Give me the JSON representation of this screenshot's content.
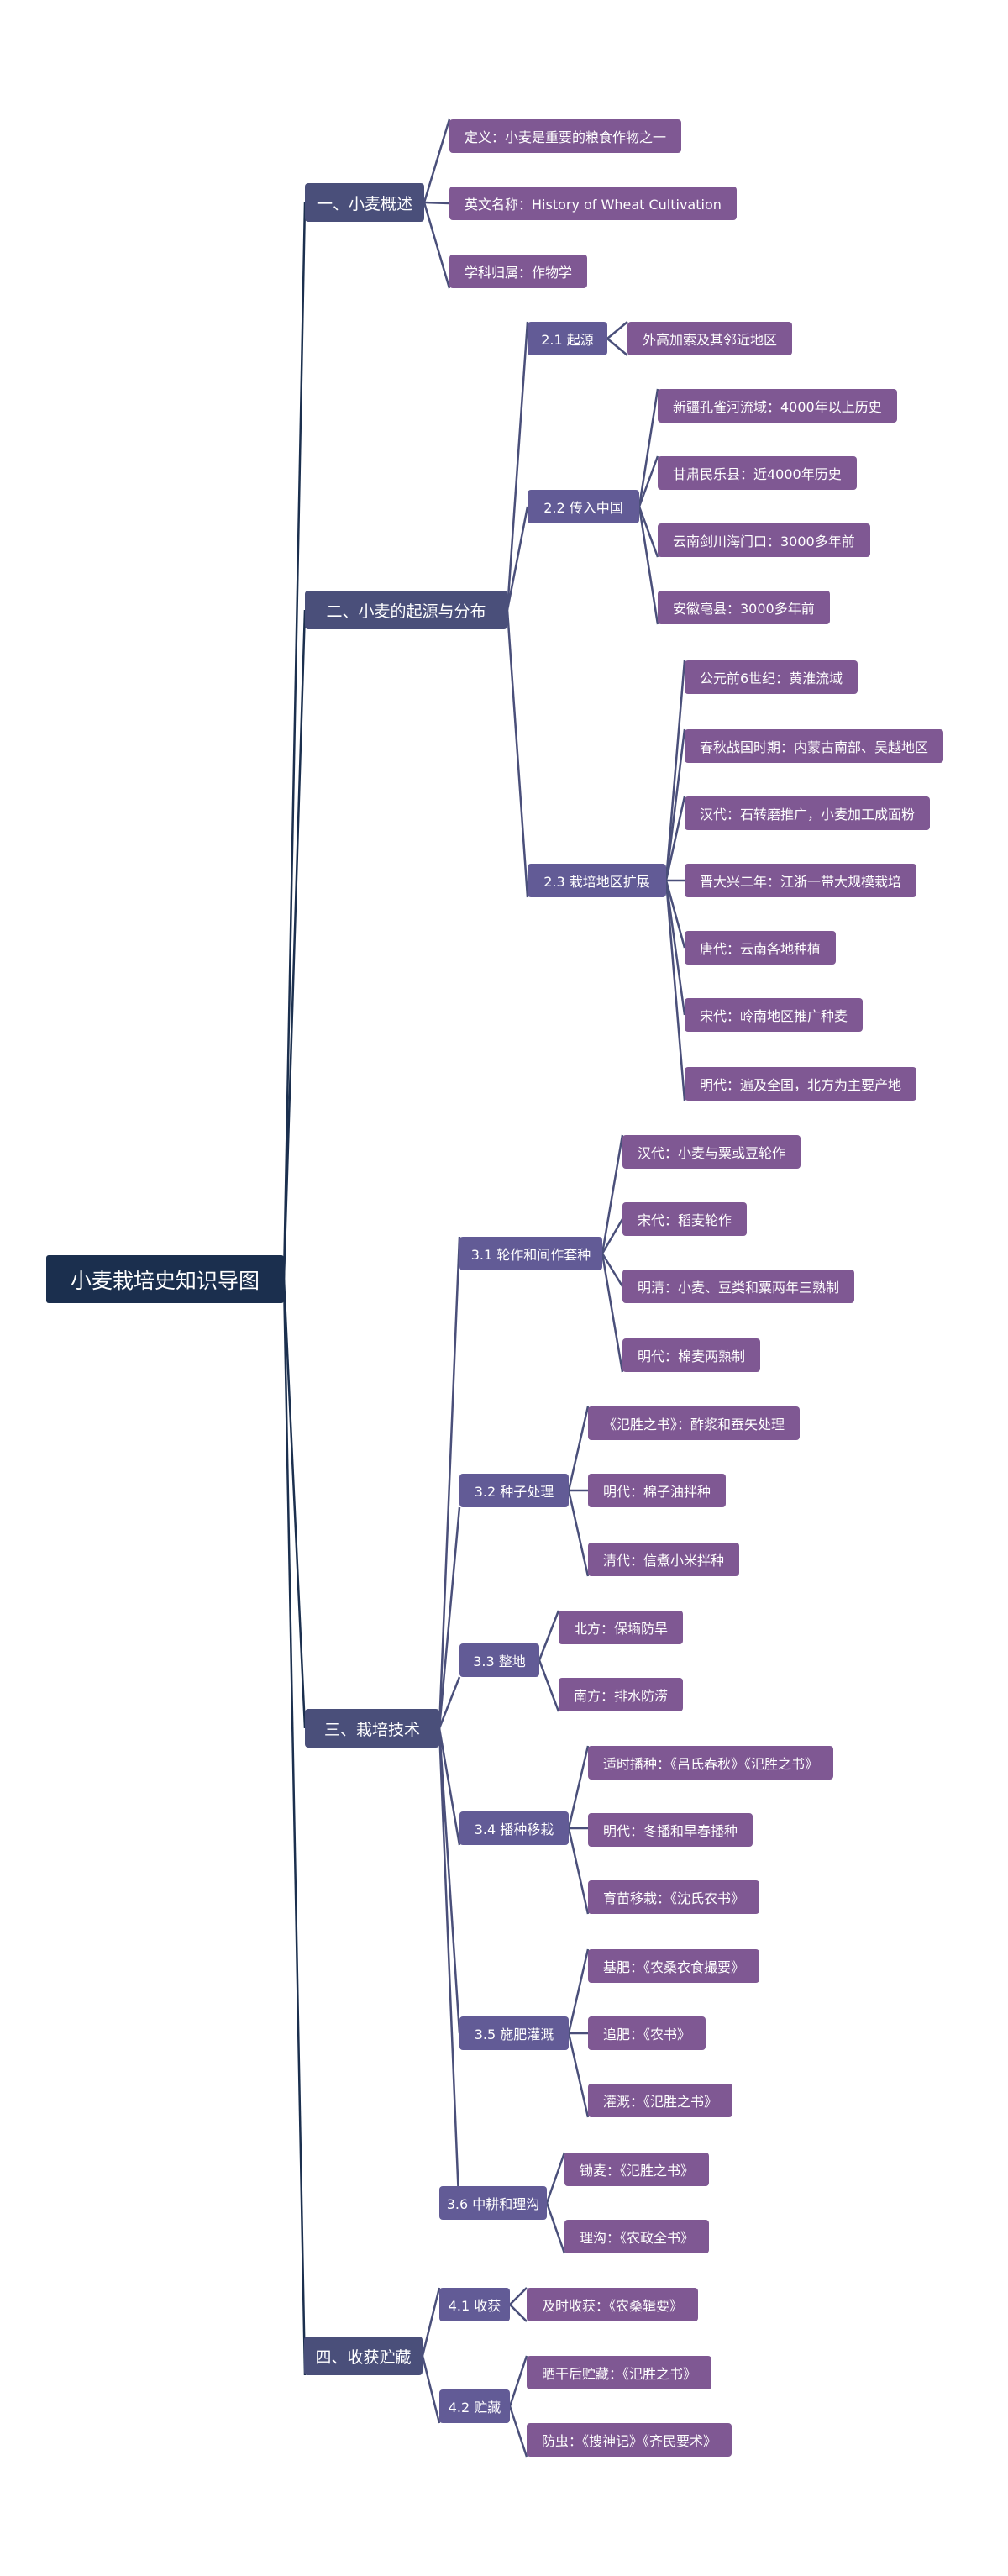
{
  "title": "小麦栽培史知识导图",
  "colors": {
    "root": "#1b2f4e",
    "level1": "#4a4f7a",
    "level2": "#625b96",
    "leaf": "#7f5893",
    "trunk_line": "#1b2f4e",
    "branch_line": "#4a4f7a"
  },
  "root": {
    "label": "小麦栽培史知识导图"
  },
  "sections": [
    {
      "label": "一、小麦概述",
      "leaves": [
        "定义：小麦是重要的粮食作物之一",
        "英文名称：History of Wheat Cultivation",
        "学科归属：作物学"
      ]
    },
    {
      "label": "二、小麦的起源与分布",
      "subsections": [
        {
          "label": "2.1 起源",
          "leaves": [
            "外高加索及其邻近地区"
          ]
        },
        {
          "label": "2.2 传入中国",
          "leaves": [
            "新疆孔雀河流域：4000年以上历史",
            "甘肃民乐县：近4000年历史",
            "云南剑川海门口：3000多年前",
            "安徽亳县：3000多年前"
          ]
        },
        {
          "label": "2.3 栽培地区扩展",
          "leaves": [
            "公元前6世纪：黄淮流域",
            "春秋战国时期：内蒙古南部、吴越地区",
            "汉代：石转磨推广，小麦加工成面粉",
            "晋大兴二年：江浙一带大规模栽培",
            "唐代：云南各地种植",
            "宋代：岭南地区推广种麦",
            "明代：遍及全国，北方为主要产地"
          ]
        }
      ]
    },
    {
      "label": "三、栽培技术",
      "subsections": [
        {
          "label": "3.1 轮作和间作套种",
          "leaves": [
            "汉代：小麦与粟或豆轮作",
            "宋代：稻麦轮作",
            "明清：小麦、豆类和粟两年三熟制",
            "明代：棉麦两熟制"
          ]
        },
        {
          "label": "3.2 种子处理",
          "leaves": [
            "《氾胜之书》：酢浆和蚕矢处理",
            "明代：棉子油拌种",
            "清代：信煮小米拌种"
          ]
        },
        {
          "label": "3.3 整地",
          "leaves": [
            "北方：保墒防旱",
            "南方：排水防涝"
          ]
        },
        {
          "label": "3.4 播种移栽",
          "leaves": [
            "适时播种：《吕氏春秋》《氾胜之书》",
            "明代：冬播和早春播种",
            "育苗移栽：《沈氏农书》"
          ]
        },
        {
          "label": "3.5 施肥灌溉",
          "leaves": [
            "基肥：《农桑衣食撮要》",
            "追肥：《农书》",
            "灌溉：《氾胜之书》"
          ]
        },
        {
          "label": "3.6 中耕和理沟",
          "leaves": [
            "锄麦：《氾胜之书》",
            "理沟：《农政全书》"
          ]
        }
      ]
    },
    {
      "label": "四、收获贮藏",
      "subsections": [
        {
          "label": "4.1 收获",
          "leaves": [
            "及时收获：《农桑辑要》"
          ]
        },
        {
          "label": "4.2 贮藏",
          "leaves": [
            "晒干后贮藏：《氾胜之书》",
            "防虫：《搜神记》《齐民要术》"
          ]
        }
      ]
    }
  ]
}
